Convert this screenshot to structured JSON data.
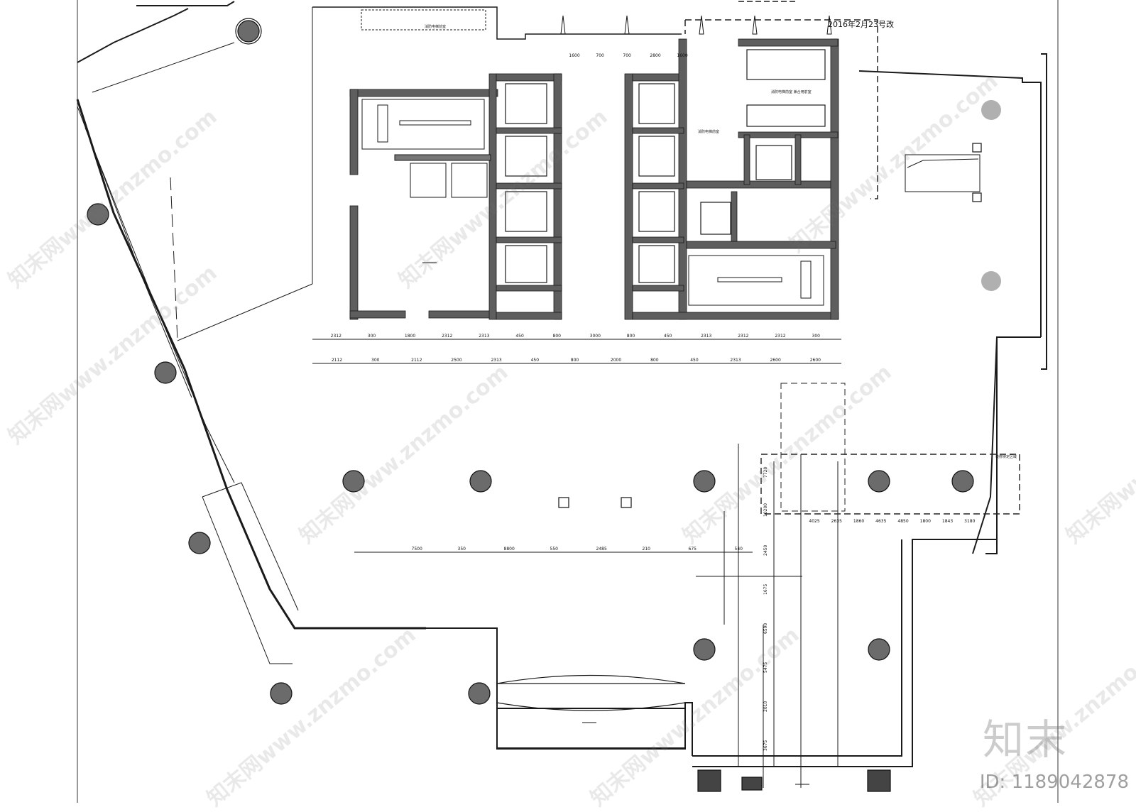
{
  "revision_note": "2016年2月23号改",
  "brand_logo_text": "知末",
  "id_label": "ID: 1189042878",
  "watermark_text": "知末网www.znzmo.com",
  "room_labels": [
    "消防电梯前室 兼合用前室",
    "消防电梯前室",
    "消防电梯前室",
    "装修待定区域"
  ],
  "dimensions": {
    "top_run": [
      "1600",
      "700",
      "700",
      "2800",
      "1600"
    ],
    "row1": [
      "2312",
      "300",
      "1800",
      "2312",
      "2313",
      "450",
      "800",
      "3000",
      "800",
      "450",
      "2313",
      "2312",
      "2312",
      "300"
    ],
    "row2": [
      "2112",
      "300",
      "2112",
      "2500",
      "2313",
      "450",
      "800",
      "2000",
      "800",
      "450",
      "2313",
      "2600",
      "2600"
    ],
    "long_run": [
      "7500",
      "350",
      "8800",
      "550",
      "2485",
      "210",
      "675",
      "540"
    ],
    "vertical": [
      "7720",
      "10200",
      "2450",
      "1675",
      "6590",
      "5475",
      "2010",
      "3675"
    ],
    "right_block": [
      "4025",
      "2635",
      "1860",
      "4635",
      "4850",
      "1800",
      "1843",
      "3180"
    ],
    "colors": {
      "line": "#1a1a1a",
      "wall_fill": "#5e5e5e",
      "column_fill": "#6b6b6b",
      "light_column": "#b0b0b0",
      "dash": "#222222"
    }
  }
}
